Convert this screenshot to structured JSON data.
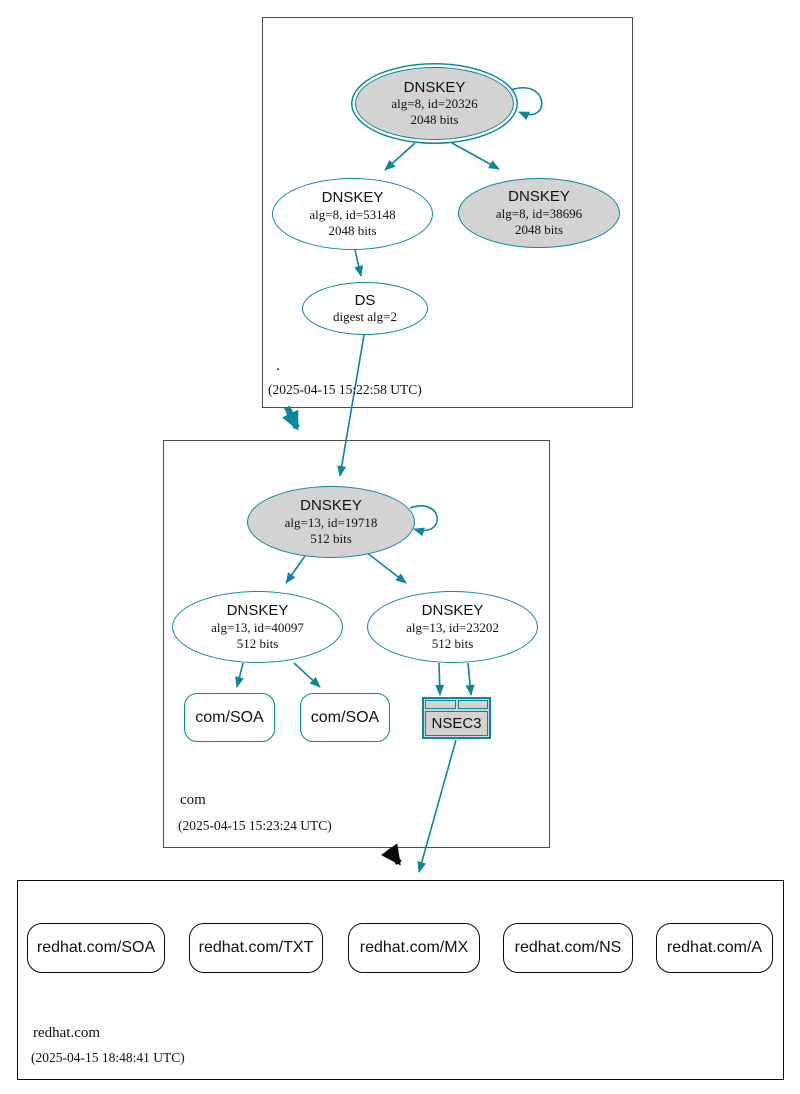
{
  "colors": {
    "secure": "#0a879a",
    "insecure_edge": "#0a0a0a",
    "nodefill": "#d3d3d3"
  },
  "zones": {
    "root": {
      "label": ".",
      "timestamp": "(2025-04-15 15:22:58 UTC)",
      "nodes": {
        "ksk20326": {
          "title": "DNSKEY",
          "line1": "alg=8, id=20326",
          "line2": "2048 bits"
        },
        "zsk53148": {
          "title": "DNSKEY",
          "line1": "alg=8, id=53148",
          "line2": "2048 bits"
        },
        "key38696": {
          "title": "DNSKEY",
          "line1": "alg=8, id=38696",
          "line2": "2048 bits"
        },
        "ds": {
          "title": "DS",
          "line1": "digest alg=2"
        }
      }
    },
    "com": {
      "label": "com",
      "timestamp": "(2025-04-15 15:23:24 UTC)",
      "nodes": {
        "ksk19718": {
          "title": "DNSKEY",
          "line1": "alg=13, id=19718",
          "line2": "512 bits"
        },
        "zsk40097": {
          "title": "DNSKEY",
          "line1": "alg=13, id=40097",
          "line2": "512 bits"
        },
        "zsk23202": {
          "title": "DNSKEY",
          "line1": "alg=13, id=23202",
          "line2": "512 bits"
        },
        "soa_left": {
          "title": "com/SOA"
        },
        "soa_right": {
          "title": "com/SOA"
        },
        "nsec3": {
          "title": "NSEC3"
        }
      }
    },
    "redhat": {
      "label": "redhat.com",
      "timestamp": "(2025-04-15 18:48:41 UTC)",
      "rrsets": [
        "redhat.com/SOA",
        "redhat.com/TXT",
        "redhat.com/MX",
        "redhat.com/NS",
        "redhat.com/A"
      ]
    }
  }
}
